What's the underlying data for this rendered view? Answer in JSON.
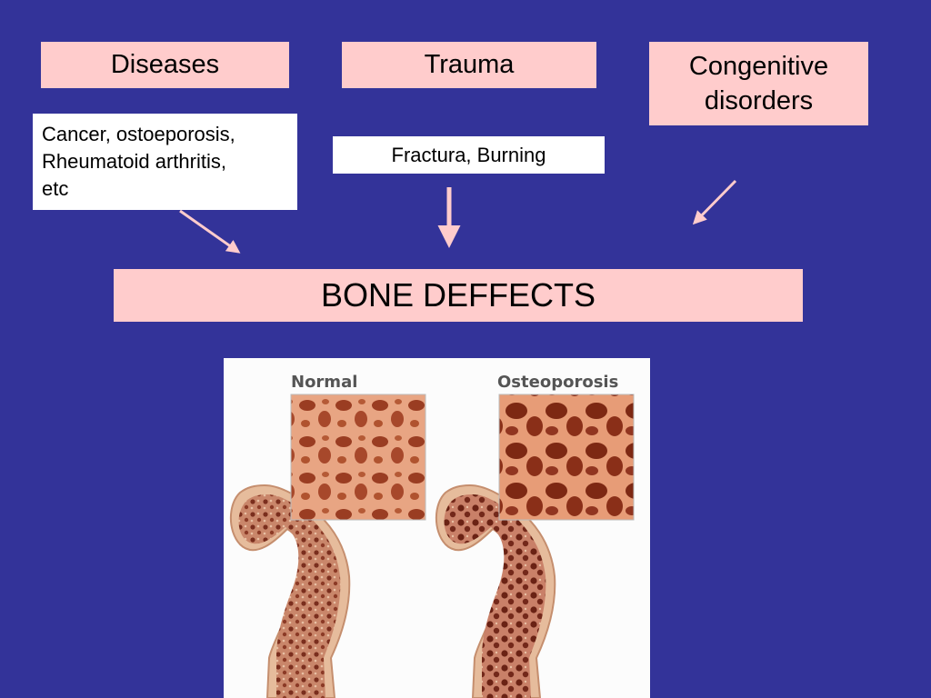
{
  "causes": {
    "diseases": {
      "title": "Diseases",
      "description_lines": [
        "Cancer, ostoeporosis,",
        "Rheumatoid arthritis,",
        "etc"
      ]
    },
    "trauma": {
      "title": "Trauma",
      "description": "Fractura, Burning"
    },
    "congenital": {
      "title_lines": [
        "Congenitive",
        "disorders"
      ]
    }
  },
  "outcome": {
    "title": "BONE DEFFECTS"
  },
  "figure": {
    "label_normal": "Normal",
    "label_osteoporosis": "Osteoporosis"
  },
  "colors": {
    "background": "#333399",
    "box_fill": "#ffcccc",
    "arrow": "#ffcccc"
  }
}
